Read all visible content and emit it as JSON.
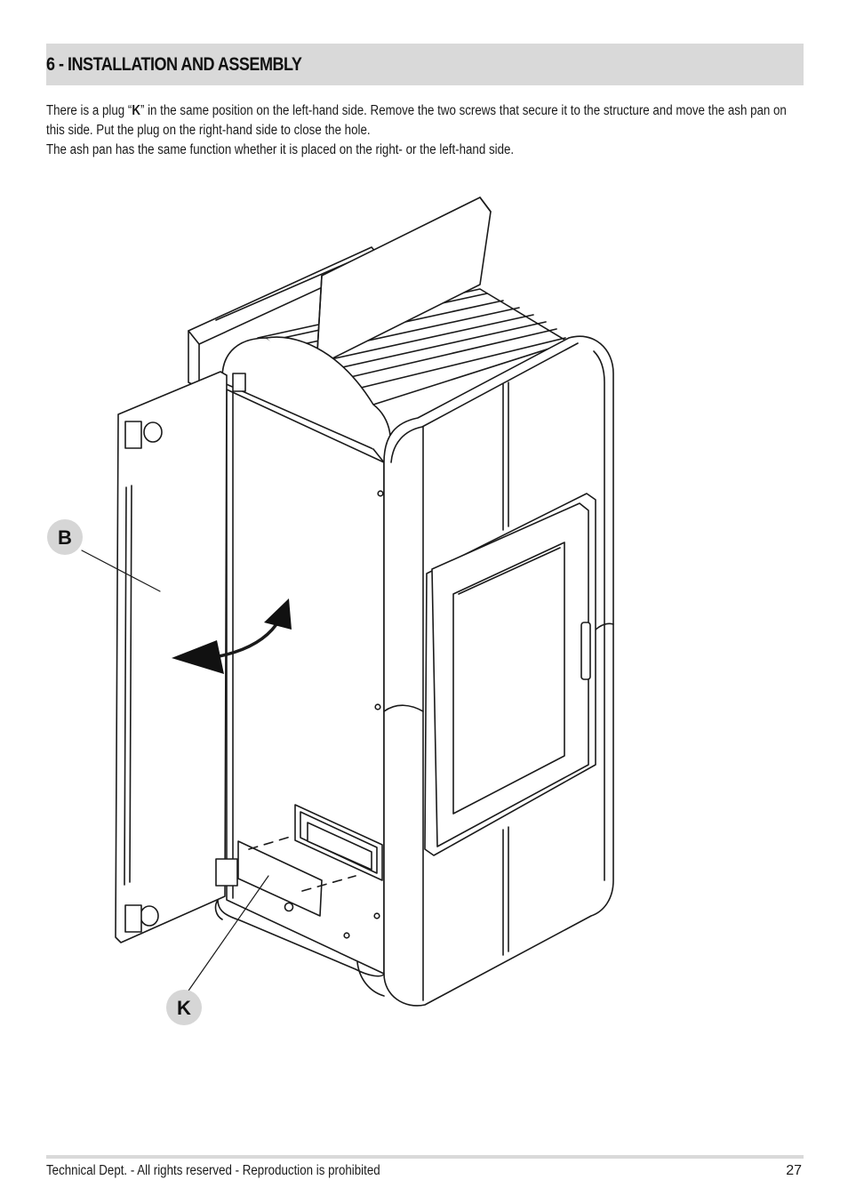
{
  "section": {
    "title": "6 - INSTALLATION AND ASSEMBLY"
  },
  "intro": {
    "line1_before": "There is a plug “",
    "line1_key": "K",
    "line1_after": "” in the same position on the left-hand side. Remove the two screws that secure it to the structure and move the ash pan on this side. Put the plug on the right-hand side to close the hole.",
    "line2": "The ash pan has the same function whether it is placed on the right- or the left-hand side."
  },
  "figure": {
    "callout_b": "B",
    "callout_k": "K",
    "callout_color": "#d6d6d6"
  },
  "footer": {
    "text": "Technical Dept. - All rights reserved - Reproduction is prohibited",
    "page_number": "27"
  }
}
